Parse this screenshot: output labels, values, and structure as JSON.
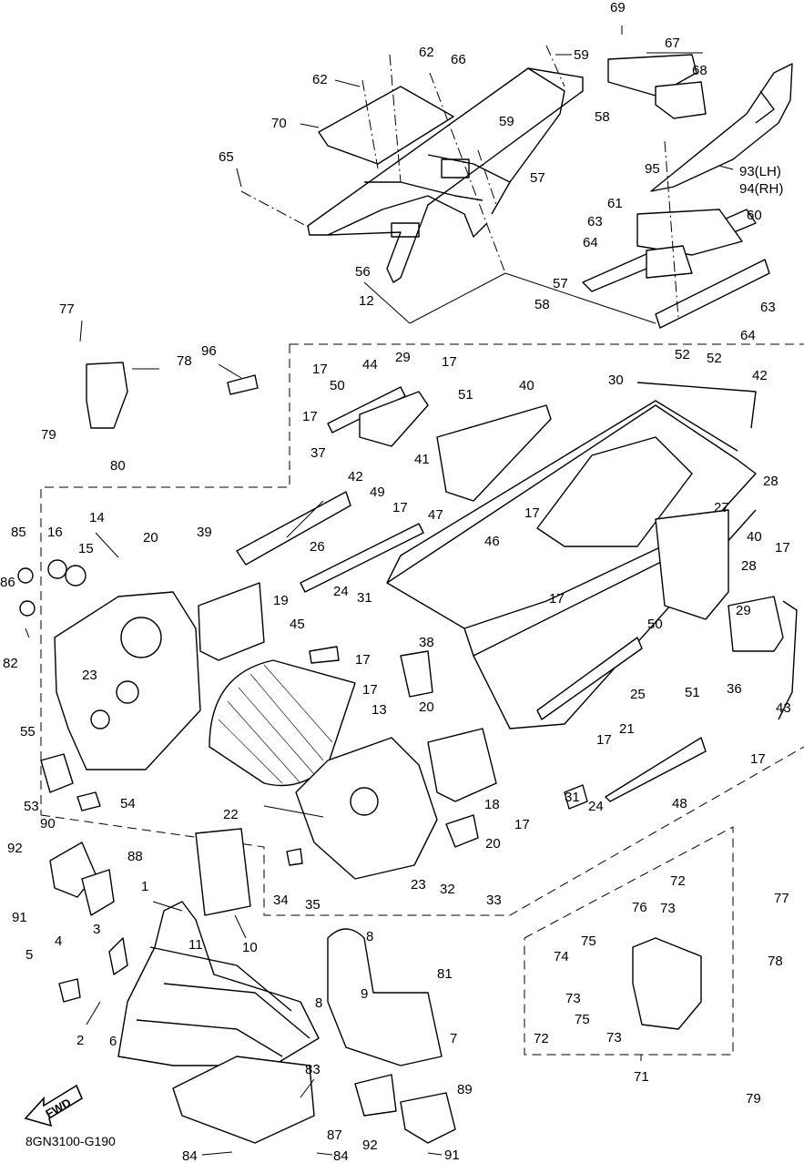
{
  "diagram": {
    "code": "8GN3100-G190",
    "fwd_label": "FWD",
    "labels": [
      "69",
      "67",
      "68",
      "62",
      "66",
      "59",
      "62",
      "70",
      "58",
      "59",
      "57",
      "93(LH)",
      "94(RH)",
      "95",
      "65",
      "61",
      "60",
      "63",
      "64",
      "56",
      "57",
      "58",
      "63",
      "64",
      "12",
      "77",
      "78",
      "96",
      "52",
      "52",
      "79",
      "80",
      "29",
      "17",
      "44",
      "17",
      "50",
      "17",
      "51",
      "40",
      "30",
      "42",
      "41",
      "28",
      "42",
      "37",
      "49",
      "17",
      "47",
      "17",
      "27",
      "14",
      "16",
      "15",
      "85",
      "20",
      "39",
      "26",
      "46",
      "40",
      "17",
      "28",
      "86",
      "19",
      "24",
      "31",
      "17",
      "29",
      "82",
      "23",
      "45",
      "17",
      "50",
      "38",
      "17",
      "20",
      "25",
      "51",
      "36",
      "43",
      "55",
      "13",
      "21",
      "17",
      "17",
      "53",
      "54",
      "22",
      "18",
      "31",
      "24",
      "48",
      "90",
      "88",
      "92",
      "20",
      "17",
      "23",
      "32",
      "33",
      "34",
      "35",
      "91",
      "1",
      "11",
      "10",
      "8",
      "72",
      "76",
      "73",
      "77",
      "3",
      "81",
      "75",
      "4",
      "74",
      "78",
      "5",
      "9",
      "73",
      "2",
      "6",
      "8",
      "7",
      "75",
      "72",
      "73",
      "71",
      "83",
      "89",
      "79",
      "87",
      "92",
      "91",
      "84",
      "84"
    ]
  }
}
